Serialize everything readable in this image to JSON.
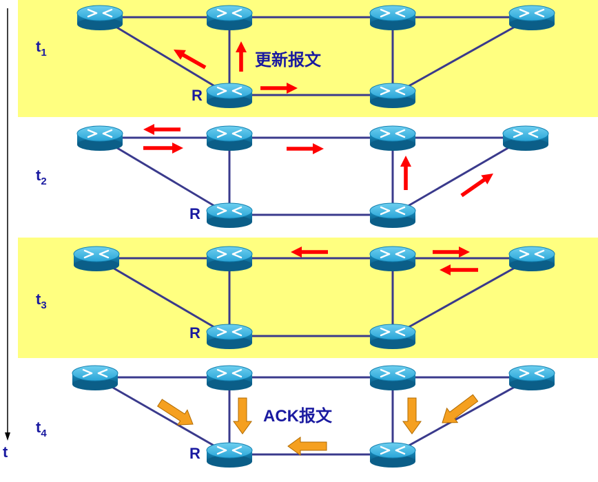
{
  "time_axis": {
    "label": "t"
  },
  "panels": [
    {
      "time_label": "t",
      "time_sub": "1",
      "router_label": "R",
      "annotation": "更新报文",
      "highlight": true
    },
    {
      "time_label": "t",
      "time_sub": "2",
      "router_label": "R",
      "annotation": "",
      "highlight": false
    },
    {
      "time_label": "t",
      "time_sub": "3",
      "router_label": "R",
      "annotation": "",
      "highlight": true
    },
    {
      "time_label": "t",
      "time_sub": "4",
      "router_label": "R",
      "annotation": "ACK报文",
      "highlight": false
    }
  ],
  "colors": {
    "highlight_band": "#ffff80",
    "link": "#3a3a8c",
    "router_body": "#1a8fc0",
    "router_top": "#43bde8",
    "update_arrow": "#ff0000",
    "ack_arrow": "#f5a020",
    "text": "#1a1aa0"
  },
  "icons": {
    "router": "router-icon",
    "update": "red-arrow-icon",
    "ack": "orange-arrow-icon"
  }
}
